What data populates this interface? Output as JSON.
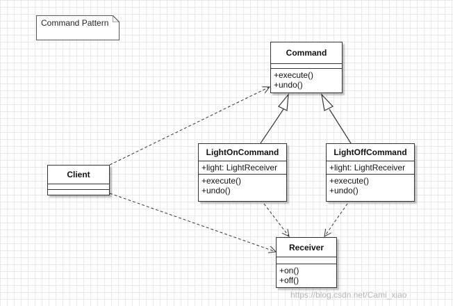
{
  "note": {
    "text": "Command Pattern"
  },
  "classes": {
    "command": {
      "name": "Command",
      "attributes": [],
      "operations": [
        "+execute()",
        "+undo()"
      ]
    },
    "lightOn": {
      "name": "LightOnCommand",
      "attributes": [
        "+light: LightReceiver"
      ],
      "operations": [
        "+execute()",
        "+undo()"
      ]
    },
    "lightOff": {
      "name": "LightOffCommand",
      "attributes": [
        "+light: LightReceiver"
      ],
      "operations": [
        "+execute()",
        "+undo()"
      ]
    },
    "client": {
      "name": "Client",
      "attributes": [],
      "operations": []
    },
    "receiver": {
      "name": "Receiver",
      "attributes": [],
      "operations": [
        "+on()",
        "+off()"
      ]
    }
  },
  "relations": [
    {
      "from": "LightOnCommand",
      "to": "Command",
      "kind": "generalization"
    },
    {
      "from": "LightOffCommand",
      "to": "Command",
      "kind": "generalization"
    },
    {
      "from": "Client",
      "to": "Command",
      "kind": "dependency"
    },
    {
      "from": "Client",
      "to": "Receiver",
      "kind": "dependency"
    },
    {
      "from": "LightOnCommand",
      "to": "Receiver",
      "kind": "dependency"
    },
    {
      "from": "LightOffCommand",
      "to": "Receiver",
      "kind": "dependency"
    }
  ],
  "watermark": "https://blog.csdn.net/Cami_xiao",
  "colors": {
    "line": "#333333",
    "grid": "#e9e9e9",
    "watermark": "#b5b5b5"
  }
}
